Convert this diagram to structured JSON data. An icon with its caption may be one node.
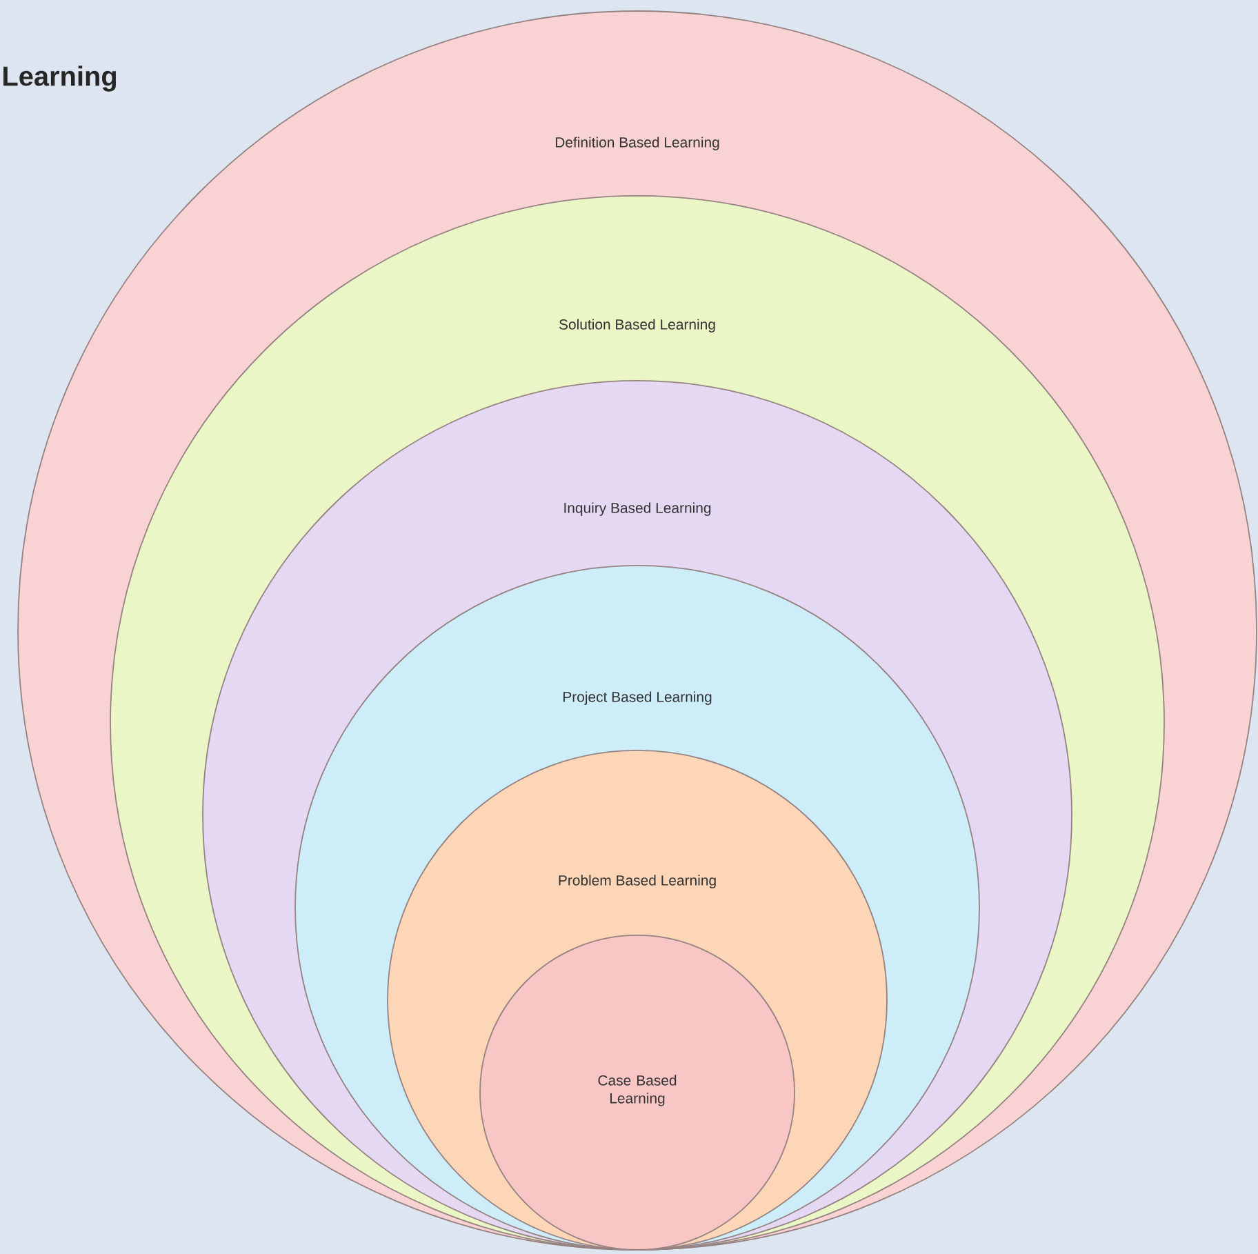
{
  "diagram": {
    "title": "Learning",
    "nodes": [
      {
        "text": [
          "Definition Based Learning"
        ]
      },
      {
        "text": [
          "Solution Based Learning"
        ],
        "in": 0
      },
      {
        "text": [
          "Inquiry Based Learning"
        ],
        "in": 1
      },
      {
        "text": [
          "Project Based Learning"
        ],
        "in": 2
      },
      {
        "text": [
          "Problem Based Learning"
        ],
        "in": 3
      },
      {
        "text": [
          "Case Based Learning"
        ],
        "in": 4
      }
    ]
  }
}
